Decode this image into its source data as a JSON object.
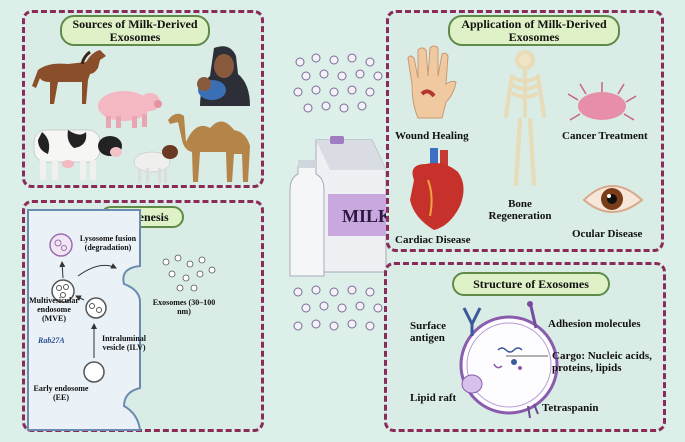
{
  "sources": {
    "title": "Sources of Milk-Derived Exosomes",
    "items": [
      "horse",
      "pig",
      "human mother",
      "cow",
      "goat",
      "camel"
    ]
  },
  "biogenesis": {
    "title": "Biogenesis",
    "labels": {
      "lysosome": "Lysosome fusion (degradation)",
      "mve": "Multivesicular endosome (MVE)",
      "rab": "Rab27A",
      "ilv": "Intraluminal vesicle (ILV)",
      "early": "Early endosome (EE)",
      "exosomes": "Exosomes (30–100 nm)"
    }
  },
  "center": {
    "milk_label": "MILK"
  },
  "applications": {
    "title": "Application of Milk-Derived Exosomes",
    "items": [
      "Wound Healing",
      "Bone Regeneration",
      "Cancer Treatment",
      "Cardiac Disease",
      "Ocular Disease"
    ]
  },
  "structure": {
    "title": "Structure of Exosomes",
    "labels": {
      "surface": "Surface antigen",
      "adhesion": "Adhesion molecules",
      "cargo": "Cargo: Nucleic acids, proteins, lipids",
      "lipid_raft": "Lipid raft",
      "tetraspanin": "Tetraspanin"
    }
  },
  "colors": {
    "border": "#8a2c5a",
    "pill_fill": "#dff2c7",
    "background": "#dcefe9"
  }
}
